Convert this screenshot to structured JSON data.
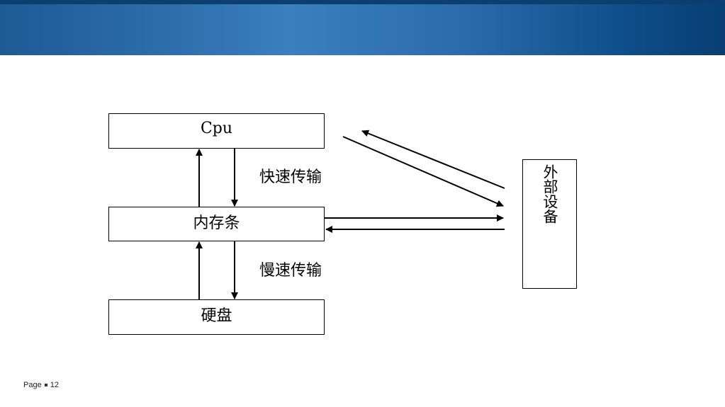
{
  "diagram": {
    "nodes": {
      "cpu": "Cpu",
      "memory": "内存条",
      "disk": "硬盘",
      "external": "外部设备"
    },
    "labels": {
      "fast_transfer": "快速传输",
      "slow_transfer": "慢速传输"
    },
    "edges": [
      {
        "from": "memory",
        "to": "cpu"
      },
      {
        "from": "cpu",
        "to": "memory"
      },
      {
        "from": "disk",
        "to": "memory"
      },
      {
        "from": "memory",
        "to": "disk"
      },
      {
        "from": "memory",
        "to": "external"
      },
      {
        "from": "external",
        "to": "memory"
      },
      {
        "from": "cpu",
        "to": "external"
      },
      {
        "from": "external",
        "to": "cpu"
      }
    ]
  },
  "footer": {
    "page_label": "Page",
    "page_number": "12"
  },
  "colors": {
    "header_dark": "#0b3f70",
    "header_mid": "#3a7fbe",
    "line": "#000000"
  }
}
